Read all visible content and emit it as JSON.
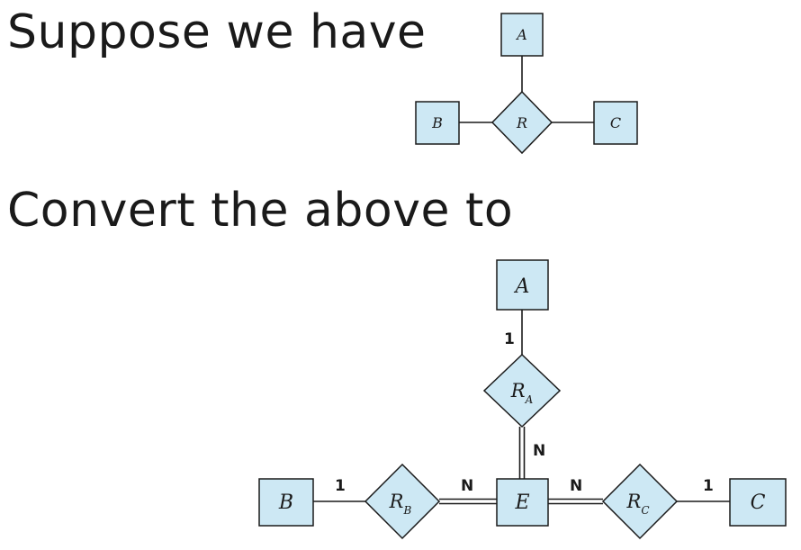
{
  "headings": {
    "first": "Suppose we have",
    "second": "Convert the above to"
  },
  "diagram_1": {
    "entities": [
      "A",
      "B",
      "C"
    ],
    "relationship": "R"
  },
  "diagram_2": {
    "entities": [
      "A",
      "B",
      "C",
      "E"
    ],
    "relationships": [
      {
        "base": "R",
        "sub": "A"
      },
      {
        "base": "R",
        "sub": "B"
      },
      {
        "base": "R",
        "sub": "C"
      }
    ],
    "cardinalities": {
      "a_ra": "1",
      "ra_e": "N",
      "b_rb": "1",
      "rb_e": "N",
      "e_rc": "N",
      "rc_c": "1"
    }
  },
  "colors": {
    "shape_fill": "#cde8f4",
    "stroke": "#1a1a1a"
  }
}
